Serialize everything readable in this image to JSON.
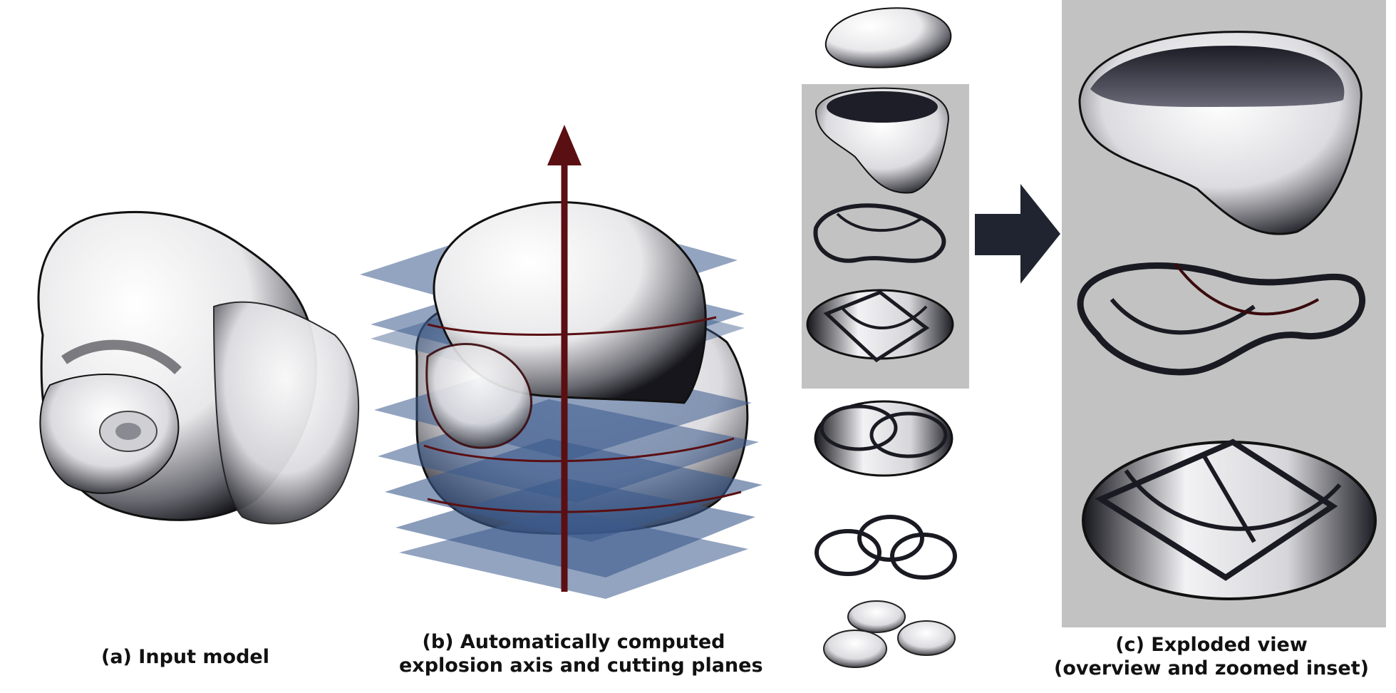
{
  "panels": {
    "a": {
      "caption": "(a) Input model"
    },
    "b": {
      "caption_line1": "(b) Automatically computed",
      "caption_line2": "explosion axis and cutting planes"
    },
    "c": {
      "caption_line1": "(c) Exploded view",
      "caption_line2": "(overview and zoomed inset)"
    }
  },
  "colors": {
    "axis_arrow": "#5a0f12",
    "cutting_plane": "#3b5a8c",
    "inset_background": "#c2c2c2",
    "flow_arrow": "#1f2430",
    "surface_dark": "#1a1a22",
    "surface_light": "#ffffff"
  },
  "icons": {
    "explosion_axis": "up-arrow-icon",
    "zoom_flow": "right-arrow-icon"
  }
}
